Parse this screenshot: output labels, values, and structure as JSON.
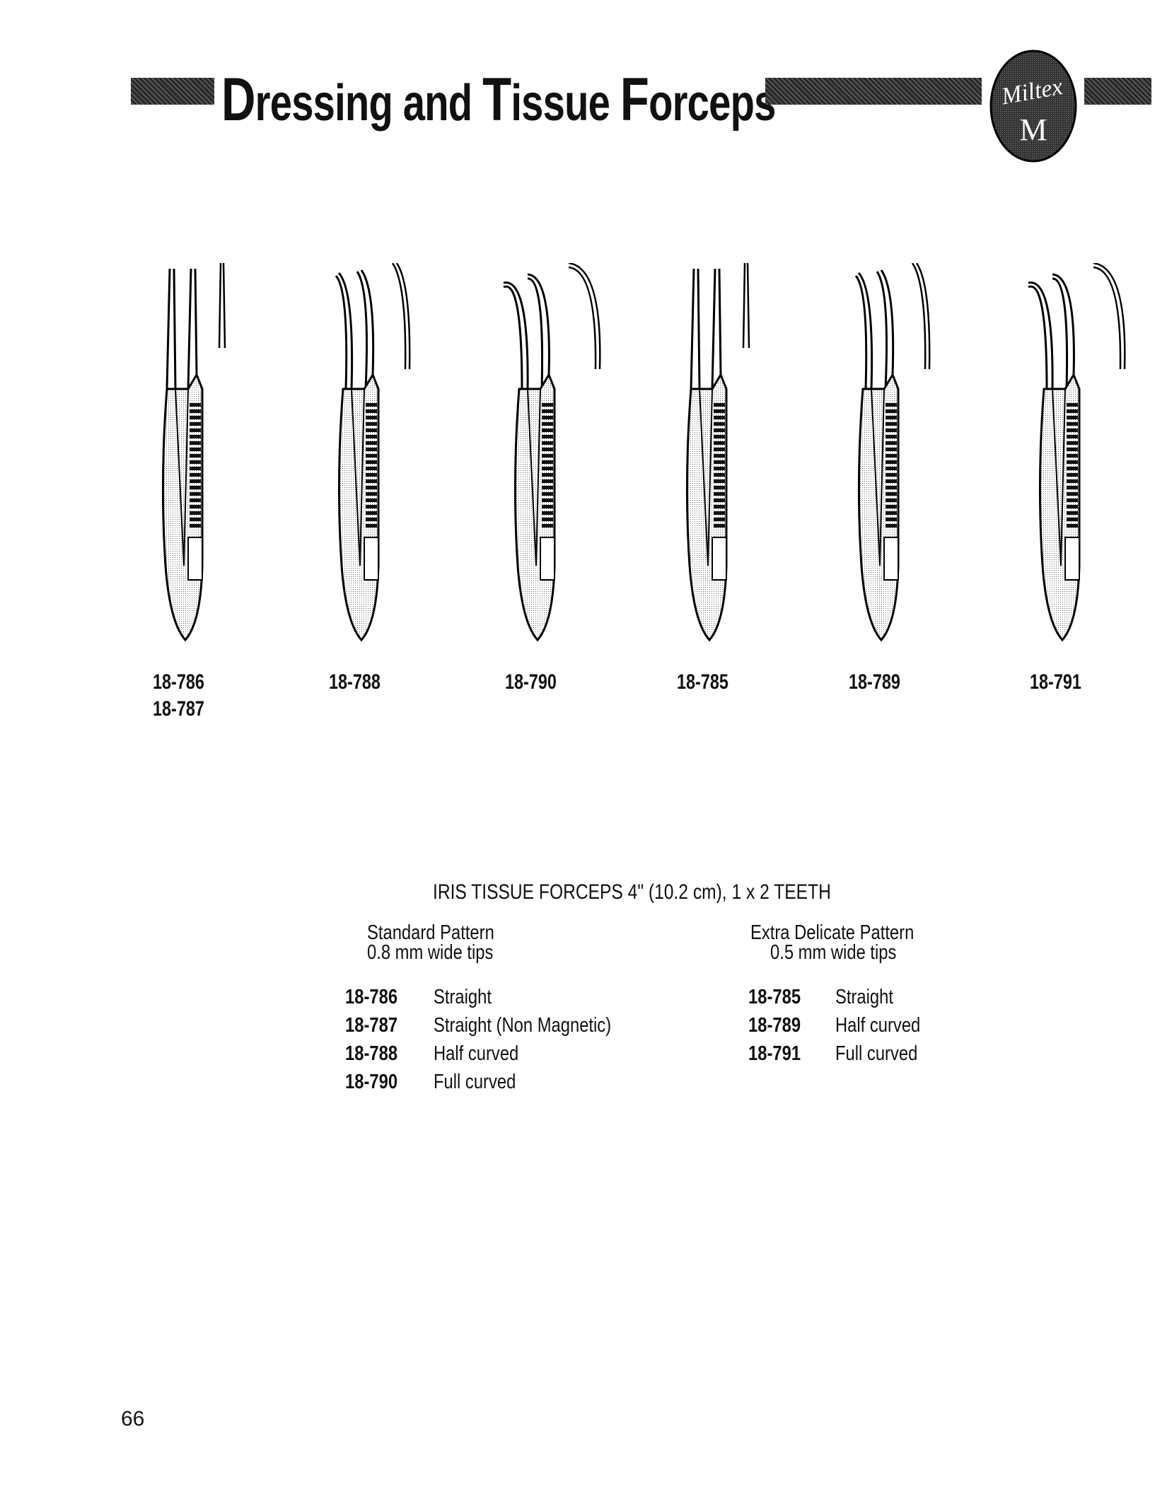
{
  "header": {
    "title_words": [
      {
        "cap": "D",
        "rest": "ressing"
      },
      {
        "cap": "",
        "rest": " and "
      },
      {
        "cap": "T",
        "rest": "issue "
      },
      {
        "cap": "F",
        "rest": "orceps"
      }
    ],
    "logo_text": "Miltex",
    "logo_letter": "M"
  },
  "instruments": [
    {
      "labels": [
        "18-786",
        "18-787"
      ],
      "tip": "straight"
    },
    {
      "labels": [
        "18-788"
      ],
      "tip": "half"
    },
    {
      "labels": [
        "18-790"
      ],
      "tip": "full"
    },
    {
      "labels": [
        "18-785"
      ],
      "tip": "straight"
    },
    {
      "labels": [
        "18-789"
      ],
      "tip": "half"
    },
    {
      "labels": [
        "18-791"
      ],
      "tip": "full"
    }
  ],
  "spec": {
    "heading": "IRIS TISSUE FORCEPS 4\" (10.2 cm), 1 x 2 TEETH",
    "standard": {
      "title": "Standard Pattern",
      "subtitle": "0.8 mm wide tips",
      "rows": [
        {
          "code": "18-786",
          "desc": "Straight"
        },
        {
          "code": "18-787",
          "desc": "Straight (Non Magnetic)"
        },
        {
          "code": "18-788",
          "desc": "Half curved"
        },
        {
          "code": "18-790",
          "desc": "Full curved"
        }
      ]
    },
    "delicate": {
      "title": "Extra Delicate Pattern",
      "subtitle": "0.5 mm wide tips",
      "rows": [
        {
          "code": "18-785",
          "desc": "Straight"
        },
        {
          "code": "18-789",
          "desc": "Half curved"
        },
        {
          "code": "18-791",
          "desc": "Full curved"
        }
      ]
    }
  },
  "page_number": "66"
}
